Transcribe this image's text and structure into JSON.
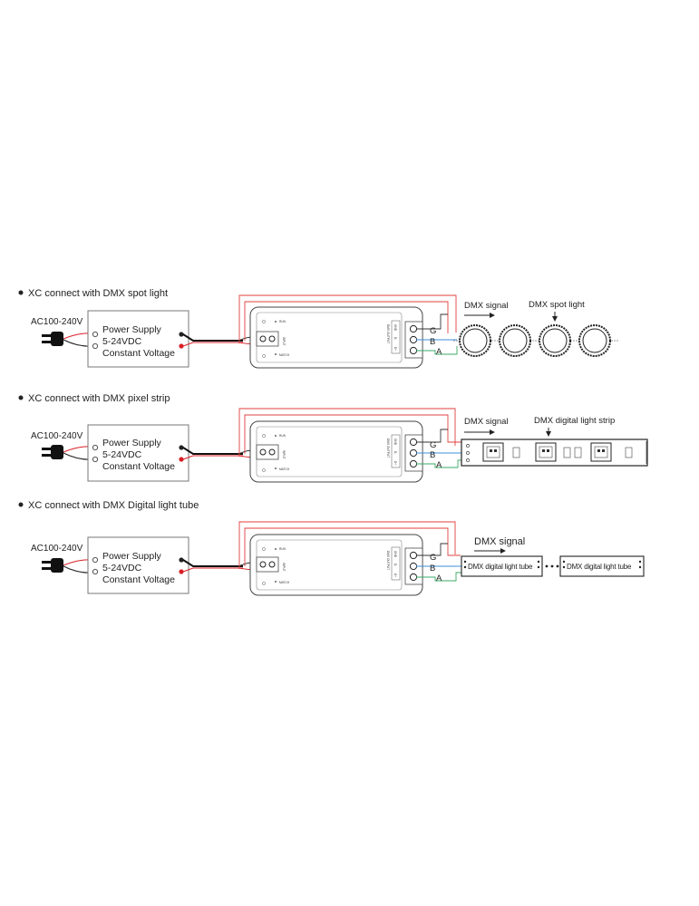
{
  "sections": [
    {
      "title": "XC connect with DMX spot light",
      "ac_label": "AC100-240V",
      "power_supply": [
        "Power Supply",
        "5-24VDC",
        "Constant Voltage"
      ],
      "terminals": [
        "G",
        "B",
        "A"
      ],
      "signal_label": "DMX signal",
      "device_label": "DMX spot light"
    },
    {
      "title": "XC connect with DMX pixel strip",
      "ac_label": "AC100-240V",
      "power_supply": [
        "Power Supply",
        "5-24VDC",
        "Constant Voltage"
      ],
      "terminals": [
        "G",
        "B",
        "A"
      ],
      "signal_label": "DMX signal",
      "device_label": "DMX digital light strip"
    },
    {
      "title": "XC connect with DMX Digital light tube",
      "ac_label": "AC100-240V",
      "power_supply": [
        "Power Supply",
        "5-24VDC",
        "Constant Voltage"
      ],
      "terminals": [
        "G",
        "B",
        "A"
      ],
      "signal_label": "DMX signal",
      "tube_label": "DMX digital light tube",
      "tube_label_2": "DMX digital light tube"
    }
  ],
  "controller": {
    "run_label": "RUN",
    "input_label": "INPUT",
    "match_label": "MATCH",
    "dmx_output_label": "DMX OUTPUT",
    "gnd_label": "GND",
    "d_minus_label": "D-",
    "d_plus_label": "D+"
  },
  "colors": {
    "dmx_red": "#e0403f",
    "dmx_blue": "#3c8fd8",
    "dmx_green": "#3aa864",
    "power_red": "#d91f26",
    "line": "#333333"
  }
}
